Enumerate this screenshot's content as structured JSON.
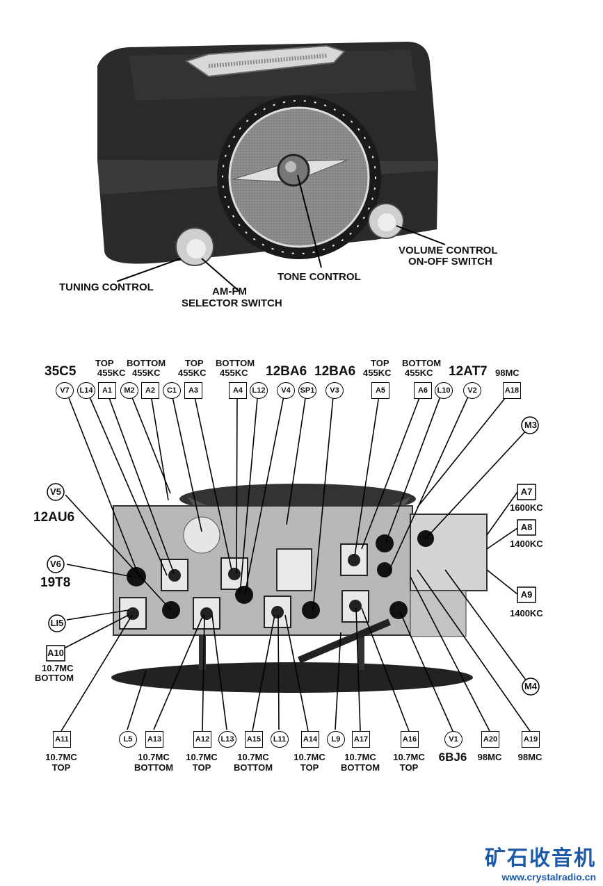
{
  "top_labels": {
    "tuning_control": "TUNING CONTROL",
    "am_fm": "AM-FM",
    "selector_switch": "SELECTOR SWITCH",
    "tone_control": "TONE CONTROL",
    "volume_control": "VOLUME CONTROL",
    "on_off_switch": "ON-OFF SWITCH"
  },
  "top_row": {
    "tube_35c5": "35C5",
    "tube_12ba6_a": "12BA6",
    "tube_12ba6_b": "12BA6",
    "tube_12at7": "12AT7",
    "top1": "TOP",
    "khz1": "455KC",
    "bottom1": "BOTTOM",
    "khz2": "455KC",
    "top2": "TOP",
    "khz3": "455KC",
    "bottom2": "BOTTOM",
    "khz4": "455KC",
    "top3": "TOP",
    "khz5": "455KC",
    "bottom3": "BOTTOM",
    "khz6": "455KC",
    "mc98": "98MC"
  },
  "callouts_top": [
    "V7",
    "L14",
    "A1",
    "M2",
    "A2",
    "C1",
    "A3",
    "A4",
    "L12",
    "V4",
    "SP1",
    "V3",
    "A5",
    "A6",
    "L10",
    "V2",
    "A18"
  ],
  "callouts_right": {
    "m3": "M3",
    "a7": "A7",
    "a7_freq": "1600KC",
    "a8": "A8",
    "a8_freq": "1400KC",
    "a9": "A9",
    "a9_freq": "1400KC",
    "m4": "M4"
  },
  "callouts_left": {
    "v5": "V5",
    "v5_tube": "12AU6",
    "v6": "V6",
    "v6_tube": "19T8",
    "l15": "LI5",
    "a10": "A10",
    "a10_freq": "10.7MC",
    "a10_pos": "BOTTOM"
  },
  "bottom_row": [
    {
      "id": "A11",
      "f": "10.7MC",
      "p": "TOP"
    },
    {
      "id": "L5",
      "f": "",
      "p": ""
    },
    {
      "id": "A13",
      "f": "10.7MC",
      "p": "BOTTOM"
    },
    {
      "id": "A12",
      "f": "10.7MC",
      "p": "TOP"
    },
    {
      "id": "L13",
      "f": "",
      "p": ""
    },
    {
      "id": "A15",
      "f": "10.7MC",
      "p": "BOTTOM"
    },
    {
      "id": "L11",
      "f": "",
      "p": ""
    },
    {
      "id": "A14",
      "f": "10.7MC",
      "p": "TOP"
    },
    {
      "id": "L9",
      "f": "",
      "p": ""
    },
    {
      "id": "A17",
      "f": "10.7MC",
      "p": "BOTTOM"
    },
    {
      "id": "A16",
      "f": "10.7MC",
      "p": "TOP"
    },
    {
      "id": "V1",
      "f": "6BJ6",
      "p": ""
    },
    {
      "id": "A20",
      "f": "98MC",
      "p": ""
    },
    {
      "id": "A19",
      "f": "98MC",
      "p": ""
    }
  ],
  "logo": {
    "cn": "矿石收音机",
    "url": "www.crystalradio.cn",
    "color": "#1e5aa8"
  }
}
